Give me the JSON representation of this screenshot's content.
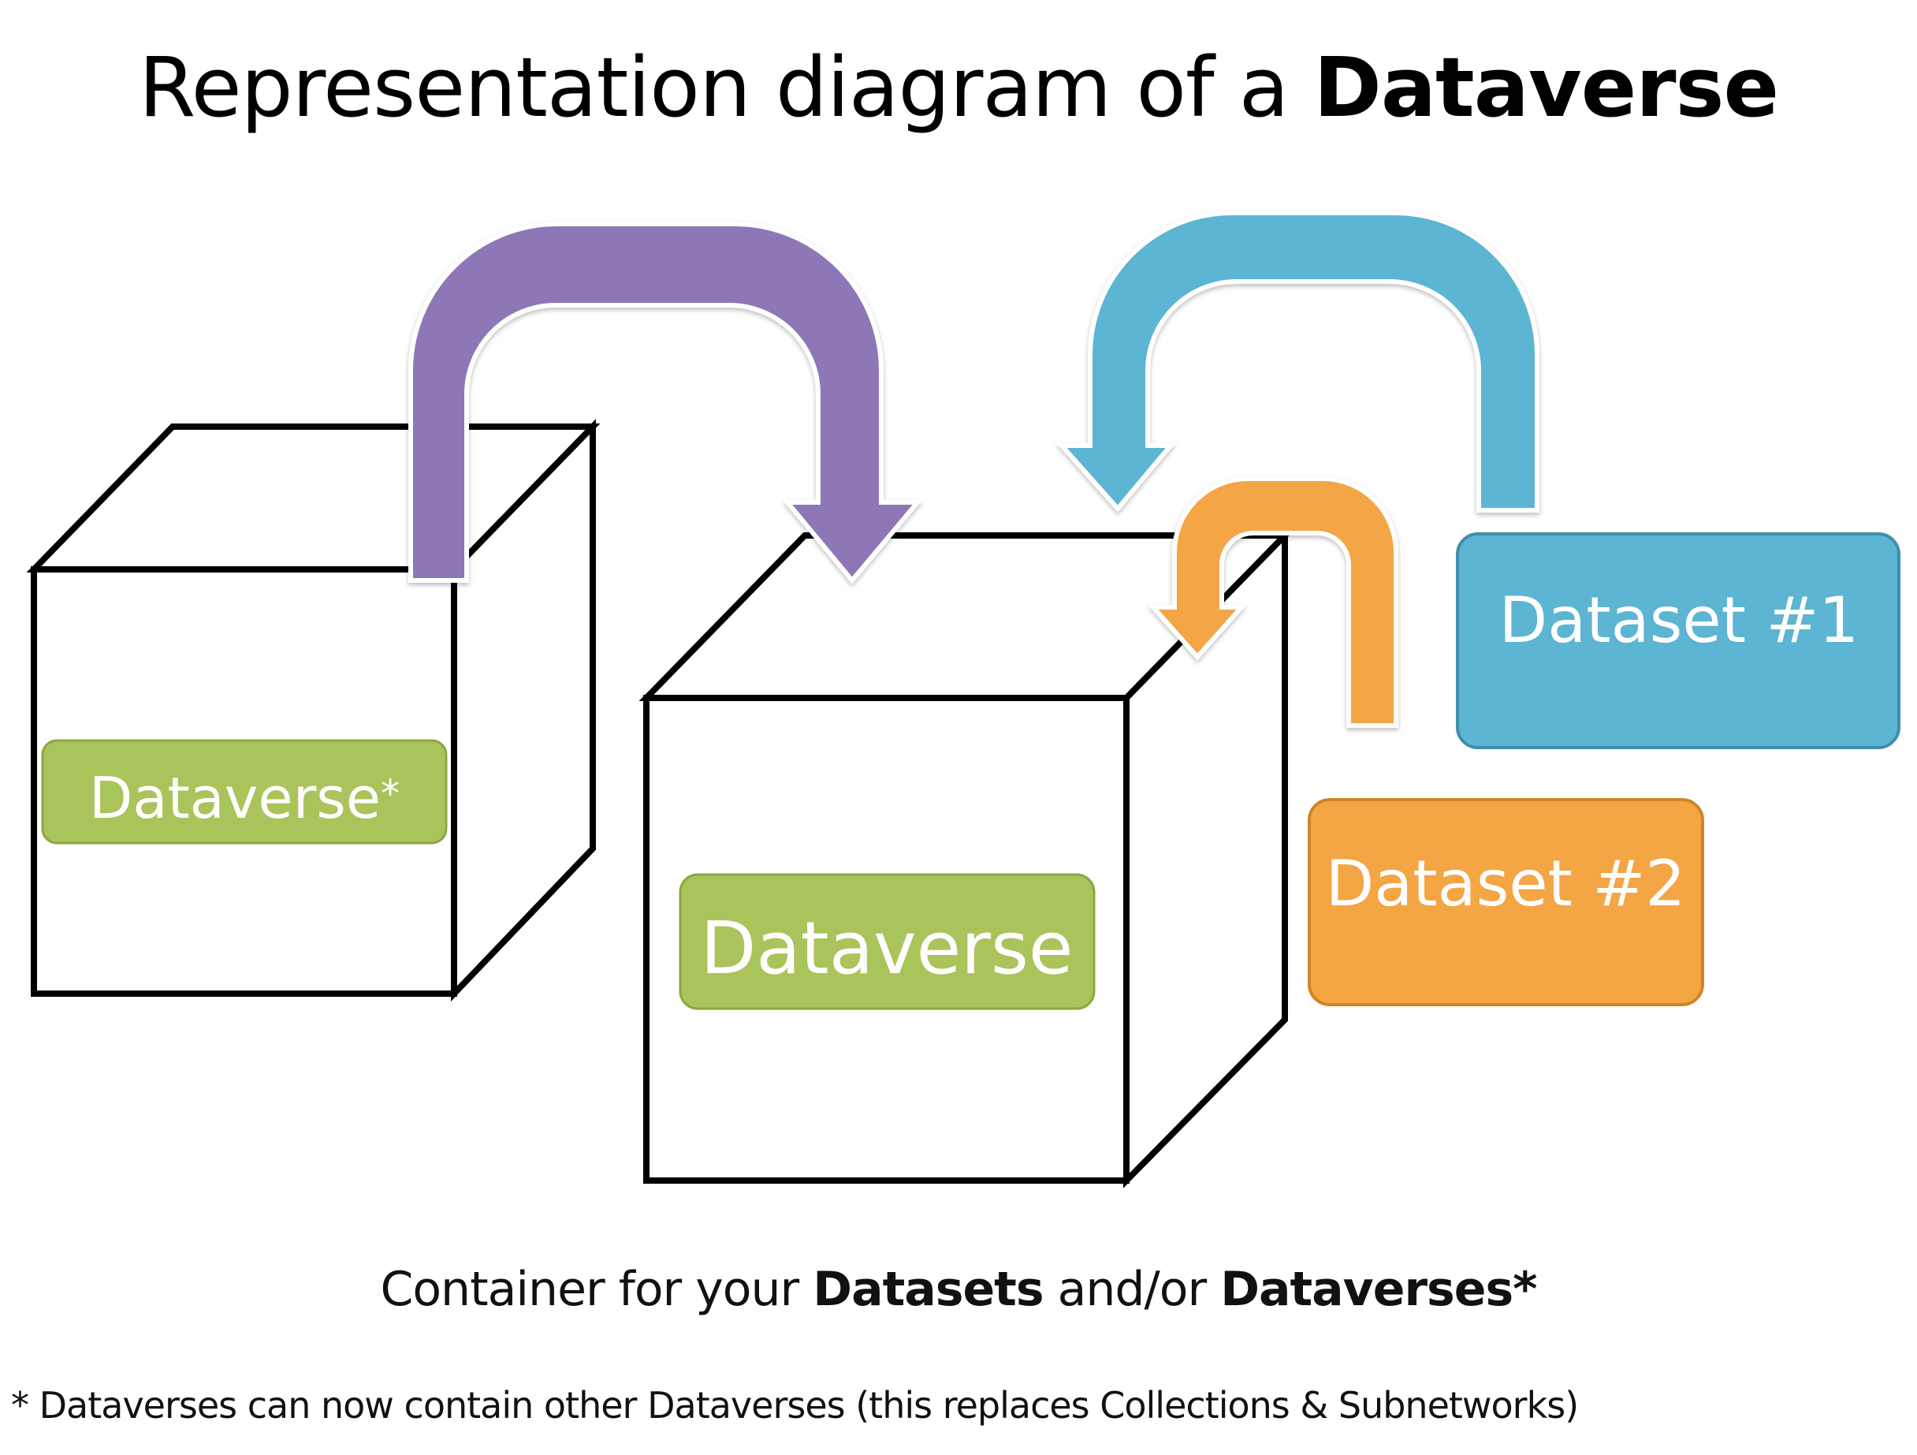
{
  "title": {
    "prefix": "Representation diagram of a ",
    "bold": "Dataverse"
  },
  "colors": {
    "purple_arrow": "#8e77b6",
    "blue_arrow": "#5cb5d2",
    "orange_arrow": "#f4a544",
    "green_label": "#a9c45a",
    "green_label_border": "#8aa83f",
    "blue_label_border": "#3f8fab",
    "orange_label_border": "#cf8527",
    "cube_stroke": "#000000"
  },
  "nodes": {
    "child_dataverse": {
      "label": "Dataverse",
      "suffix": "*"
    },
    "parent_dataverse": {
      "label": "Dataverse"
    },
    "dataset_1": {
      "label": "Dataset #1"
    },
    "dataset_2": {
      "label": "Dataset #2"
    }
  },
  "edges": [
    {
      "from": "child_dataverse",
      "to": "parent_dataverse",
      "color": "purple"
    },
    {
      "from": "dataset_1",
      "to": "parent_dataverse",
      "color": "blue"
    },
    {
      "from": "dataset_2",
      "to": "parent_dataverse",
      "color": "orange"
    }
  ],
  "caption": {
    "part1": "Container for your ",
    "bold1": "Datasets",
    "part2": " and/or ",
    "bold2": "Dataverses*"
  },
  "footnote": "* Dataverses can now contain other Dataverses (this replaces Collections & Subnetworks)"
}
